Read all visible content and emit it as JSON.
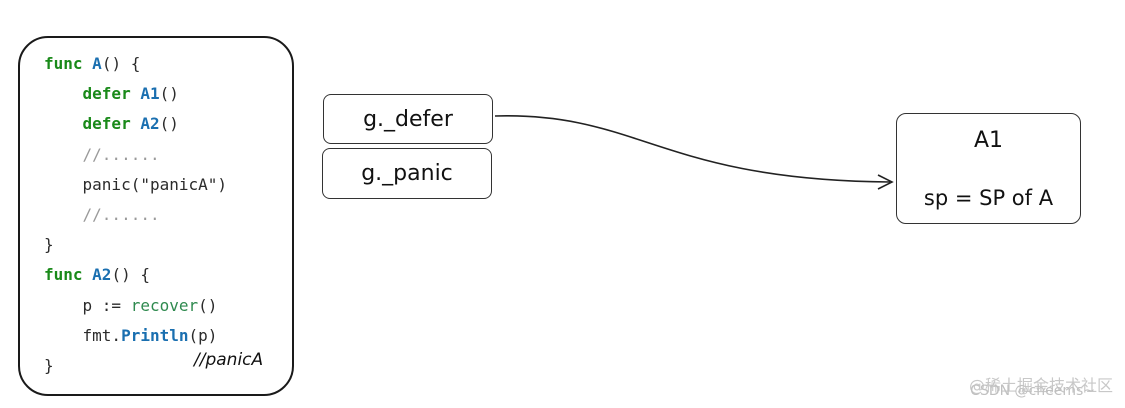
{
  "code_lines": [
    {
      "parts": [
        {
          "t": "func ",
          "c": "kw"
        },
        {
          "t": "A",
          "c": "fn"
        },
        {
          "t": "() {",
          "c": ""
        }
      ]
    },
    {
      "parts": [
        {
          "t": "    defer ",
          "c": "kw"
        },
        {
          "t": "A1",
          "c": "fn"
        },
        {
          "t": "()",
          "c": ""
        }
      ]
    },
    {
      "parts": [
        {
          "t": "    defer ",
          "c": "kw"
        },
        {
          "t": "A2",
          "c": "fn"
        },
        {
          "t": "()",
          "c": ""
        }
      ]
    },
    {
      "parts": [
        {
          "t": "    //......",
          "c": "cm"
        }
      ]
    },
    {
      "parts": [
        {
          "t": "    panic(\"panicA\")",
          "c": ""
        }
      ]
    },
    {
      "parts": [
        {
          "t": "    //......",
          "c": "cm"
        }
      ]
    },
    {
      "parts": [
        {
          "t": "}",
          "c": ""
        }
      ]
    },
    {
      "parts": [
        {
          "t": "func ",
          "c": "kw"
        },
        {
          "t": "A2",
          "c": "fn"
        },
        {
          "t": "() {",
          "c": ""
        }
      ]
    },
    {
      "parts": [
        {
          "t": "    p := ",
          "c": ""
        },
        {
          "t": "recover",
          "c": "kw2"
        },
        {
          "t": "()",
          "c": ""
        }
      ]
    },
    {
      "parts": [
        {
          "t": "    fmt.",
          "c": ""
        },
        {
          "t": "Println",
          "c": "fn"
        },
        {
          "t": "(p)",
          "c": ""
        }
      ]
    },
    {
      "parts": [
        {
          "t": "}",
          "c": ""
        }
      ]
    }
  ],
  "handwritten_comment": "//panicA",
  "g_defer_label": "g._defer",
  "g_panic_label": "g._panic",
  "a1_node": {
    "title": "A1",
    "sp": "sp = SP of A"
  },
  "watermark_1": "@稀土掘金技术社区",
  "watermark_2": "CSDN @cheems~"
}
